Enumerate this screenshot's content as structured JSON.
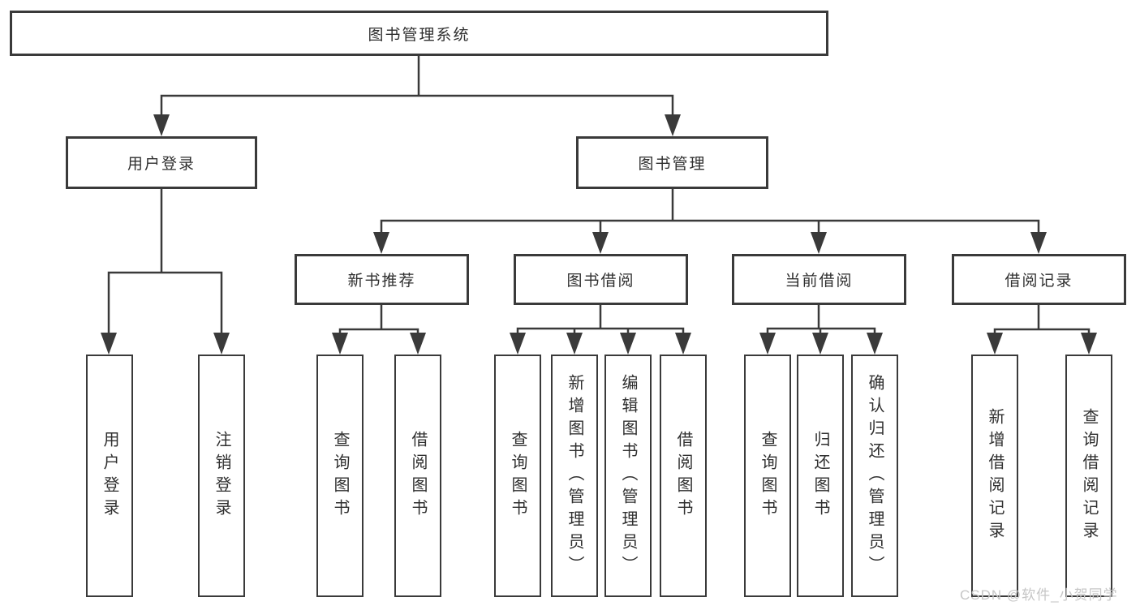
{
  "diagram_title": "图书管理系统",
  "colors": {
    "line": "#3a3a3a",
    "box_border": "#3a3a3a",
    "box_background": "#ffffff",
    "text": "#2f2f2f",
    "watermark": "#c6c6c6"
  },
  "tree": {
    "root": {
      "label": "图书管理系统"
    },
    "level2": [
      {
        "label": "用户登录"
      },
      {
        "label": "图书管理"
      }
    ],
    "level3": [
      {
        "label": "新书推荐"
      },
      {
        "label": "图书借阅"
      },
      {
        "label": "当前借阅"
      },
      {
        "label": "借阅记录"
      }
    ],
    "leaves": {
      "user_login": [
        {
          "label": "用户登录"
        },
        {
          "label": "注销登录"
        }
      ],
      "new_book_rec": [
        {
          "label": "查询图书"
        },
        {
          "label": "借阅图书"
        }
      ],
      "book_borrow": [
        {
          "label": "查询图书"
        },
        {
          "label": "新增图书（管理员）"
        },
        {
          "label": "编辑图书（管理员）"
        },
        {
          "label": "借阅图书"
        }
      ],
      "current_borrow": [
        {
          "label": "查询图书"
        },
        {
          "label": "归还图书"
        },
        {
          "label": "确认归还（管理员）"
        }
      ],
      "borrow_records": [
        {
          "label": "新增借阅记录"
        },
        {
          "label": "查询借阅记录"
        }
      ]
    }
  },
  "watermark": {
    "text": "CSDN @软件_小贺同学"
  }
}
